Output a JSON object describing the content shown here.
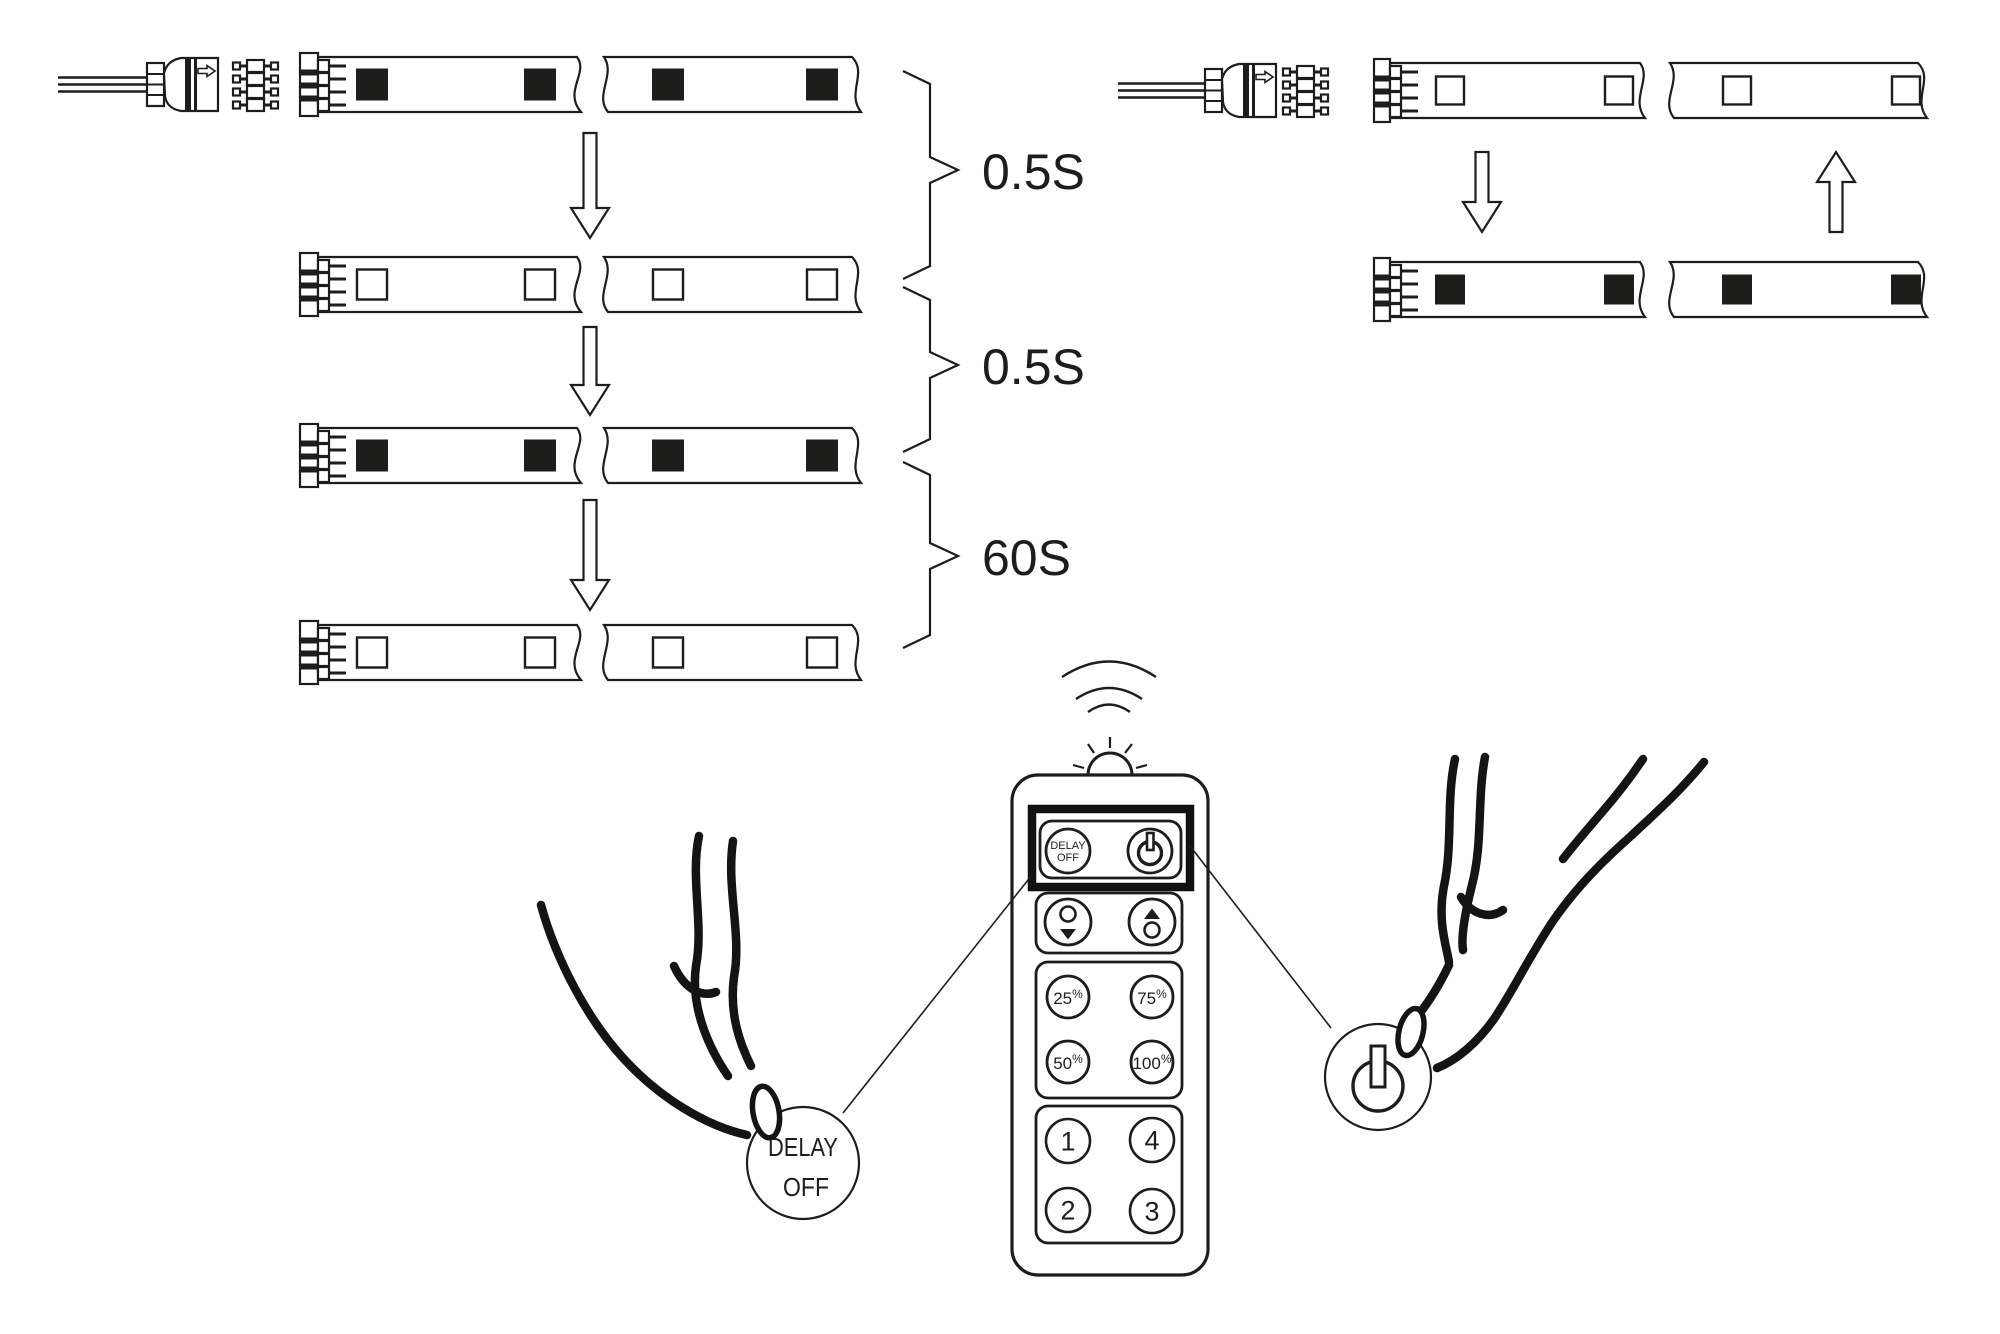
{
  "left_sequence": {
    "description": "blink-then-off timing sequence",
    "timing_labels": [
      "0.5S",
      "0.5S",
      "60S"
    ],
    "rows": [
      {
        "state": "on"
      },
      {
        "state": "off"
      },
      {
        "state": "on"
      },
      {
        "state": "off"
      }
    ]
  },
  "right_sequence": {
    "description": "toggle on-off sequence",
    "rows": [
      {
        "state": "off"
      },
      {
        "state": "on"
      }
    ]
  },
  "remote": {
    "delay_button": {
      "line1": "DELAY",
      "line2": "OFF"
    },
    "power_button": {
      "icon": "power-icon"
    },
    "brightness_down_button": {
      "icon": "brightness-down-icon"
    },
    "brightness_up_button": {
      "icon": "brightness-up-icon"
    },
    "percent_buttons": [
      {
        "n": "25",
        "s": "%"
      },
      {
        "n": "75",
        "s": "%"
      },
      {
        "n": "50",
        "s": "%"
      },
      {
        "n": "100",
        "s": "%"
      }
    ],
    "digit_buttons": [
      "1",
      "4",
      "2",
      "3"
    ]
  },
  "callouts": {
    "delay": {
      "line1": "DELAY",
      "line2": "OFF"
    },
    "power": {
      "icon": "power-icon"
    }
  },
  "colors": {
    "ink": "#1d1d1b",
    "background": "#ffffff"
  }
}
